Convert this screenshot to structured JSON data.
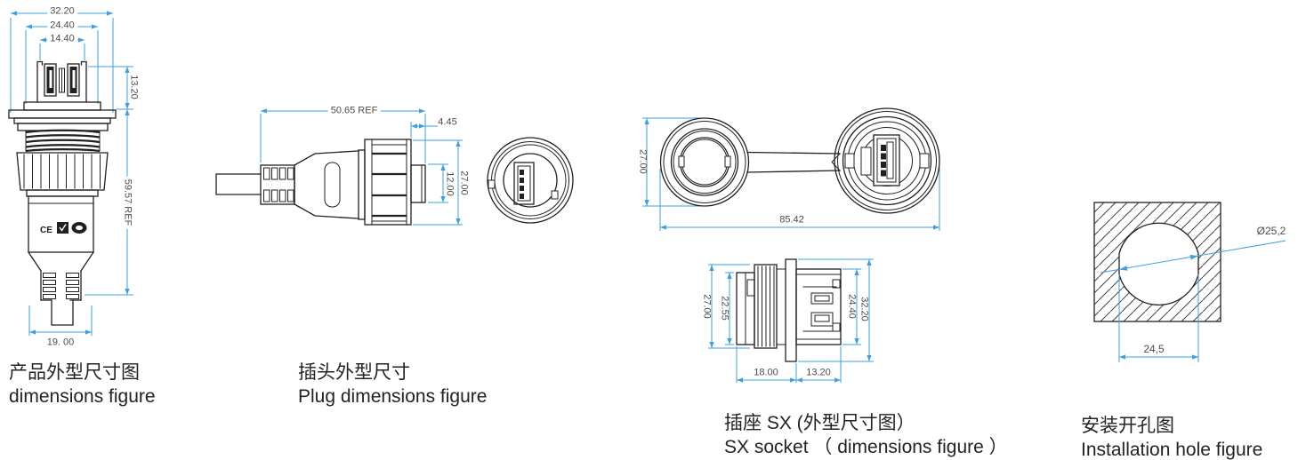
{
  "colors": {
    "dimension_line": "#3f9fdf",
    "drawing_line": "#231f20",
    "dimension_text": "#4d4d4d",
    "caption_text": "#262123",
    "background": "#ffffff"
  },
  "figures": {
    "product": {
      "caption_zh": "产品外型尺寸图",
      "caption_en": "dimensions figure",
      "label_ce": "CE",
      "dims": {
        "w_outer": "32.20",
        "w_mid": "24.40",
        "w_inner": "14.40",
        "h_usb": "13.20",
        "h_total": "59.57 REF",
        "w_cable": "19. 00"
      }
    },
    "plug": {
      "caption_zh": "插头外型尺寸",
      "caption_en": "Plug dimensions figure",
      "dims": {
        "length": "50.65 REF",
        "tip_length": "4.45",
        "body_diameter": "27.00",
        "tip_diameter": "12.00"
      }
    },
    "socket": {
      "caption_zh": "插座 SX (外型尺寸图）",
      "caption_en": "SX socket （ dimensions figure ）",
      "dims": {
        "cap_diameter": "27.00",
        "total_length": "85.42",
        "rear_diameter": "27.00",
        "thread_diameter": "22.55",
        "front_diameter": "24.40",
        "flange_diameter": "32.20",
        "rear_length": "18.00",
        "front_length": "13.20"
      }
    },
    "hole": {
      "caption_zh": "安装开孔图",
      "caption_en": "Installation hole figure",
      "dims": {
        "diameter": "Ø25,2",
        "across_flats": "24,5"
      }
    }
  }
}
